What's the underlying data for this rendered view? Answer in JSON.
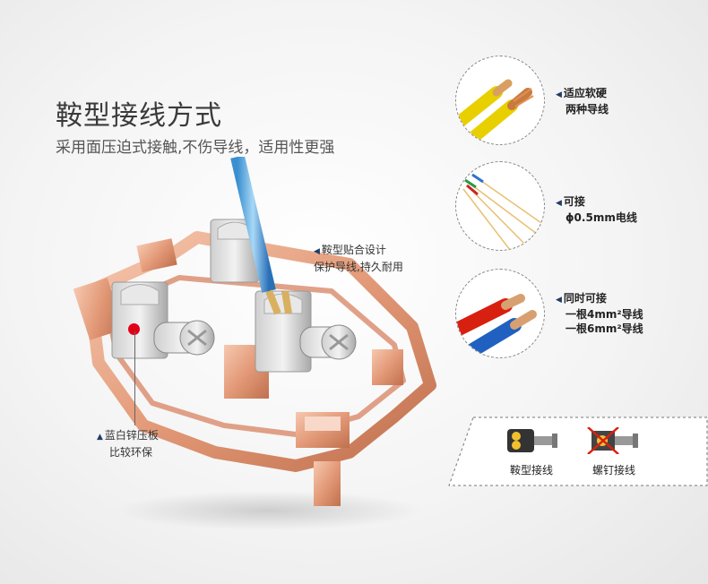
{
  "header": {
    "title": "鞍型接线方式",
    "subtitle": "采用面压迫式接触,不伤导线，适用性更强"
  },
  "callouts": {
    "saddle_line1": "鞍型贴合设计",
    "saddle_line2": "保护导线,持久耐用",
    "plate_line1": "蓝白锌压板",
    "plate_line2": "比较环保"
  },
  "features": [
    {
      "icon": "wire-soft-hard-icon",
      "line1": "适应软硬",
      "line2": "两种导线"
    },
    {
      "icon": "thin-wire-icon",
      "line1": "可接",
      "line2": "ϕ0.5mm电线"
    },
    {
      "icon": "thick-wire-icon",
      "line1": "同时可接",
      "line2": "一根4mm²导线",
      "line3": "一根6mm²导线"
    }
  ],
  "comparison": {
    "saddle_label": "鞍型接线",
    "screw_label": "螺钉接线"
  },
  "colors": {
    "copper": "#e8a080",
    "marker_red": "#e00018",
    "accent_navy": "#1f3d66",
    "wire_yellow": "#e8d000",
    "wire_red": "#d82010",
    "wire_blue": "#2060c0"
  }
}
